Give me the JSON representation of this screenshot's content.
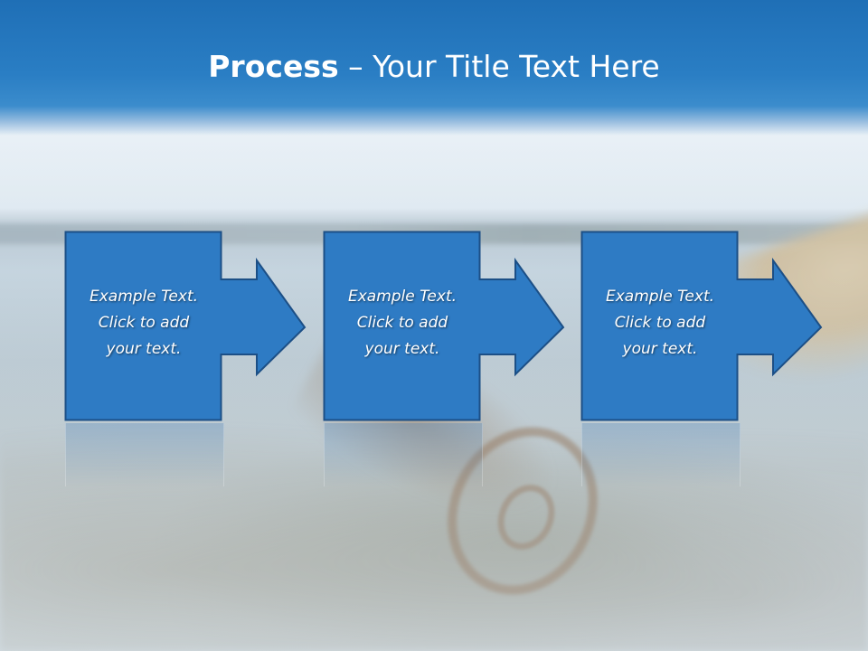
{
  "slide": {
    "title_bold": "Process",
    "title_rest": " – Your Title Text Here"
  },
  "steps": [
    {
      "line1": "Example Text.",
      "line2": "Click  to add",
      "line3": "your text."
    },
    {
      "line1": "Example Text.",
      "line2": "Click  to add",
      "line3": "your text."
    },
    {
      "line1": "Example Text.",
      "line2": "Click  to add",
      "line3": "your text."
    }
  ],
  "colors": {
    "title_band": "#2a7ec4",
    "box_fill": "#2e7bc4",
    "box_border": "#1c4f86",
    "text": "#ffffff"
  },
  "icons": [
    "arrow-right-icon",
    "arrow-right-icon",
    "arrow-right-icon"
  ]
}
